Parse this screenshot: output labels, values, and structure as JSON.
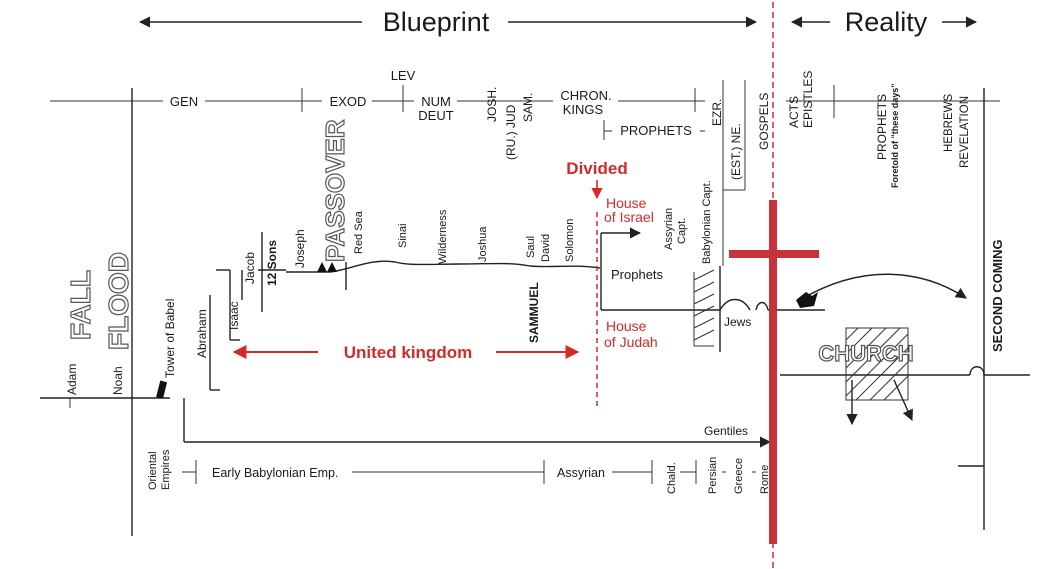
{
  "header": {
    "blueprint": "Blueprint",
    "reality": "Reality"
  },
  "books": {
    "gen": "GEN",
    "lev": "LEV",
    "exod": "EXOD",
    "num": "NUM",
    "deut": "DEUT",
    "josh": "JOSH.",
    "ru_jud": "(RU.) JUD",
    "sam": "SAM.",
    "chron": "CHRON.",
    "kings": "KINGS",
    "prophets": "PROPHETS",
    "ezr": "EZR.",
    "est_ne": "(EST.) NE.",
    "gospels": "GOSPELS",
    "acts": "ACTS",
    "epistles": "EPISTLES",
    "prophets_foretold": "PROPHETS",
    "foretold_note": "Foretold of \"these days\"",
    "hebrews": "HEBREWS",
    "revelation": "REVELATION"
  },
  "labels": {
    "fall": "FALL",
    "adam": "Adam",
    "flood": "FLOOD",
    "noah": "Noah",
    "tower_of_babel": "Tower of Babel",
    "abraham": "Abraham",
    "isaac": "Isaac",
    "jacob": "Jacob",
    "twelve_sons": "12 Sons",
    "joseph": "Joseph",
    "passover": "PASSOVER",
    "red_sea": "Red Sea",
    "sinai": "Sinai",
    "wilderness": "Wilderness",
    "joshua": "Joshua",
    "samuel": "SAMMUEL",
    "saul": "Saul",
    "david": "David",
    "solomon": "Solomon",
    "divided": "Divided",
    "house_of_israel_1": "House",
    "house_of_israel_2": "of Israel",
    "house_of_judah_1": "House",
    "house_of_judah_2": "of Judah",
    "assyrian_capt_1": "Assyrian",
    "assyrian_capt_2": "Capt.",
    "prophets_mid": "Prophets",
    "babylonian_capt": "Babylonian Capt.",
    "jews": "Jews",
    "united_kingdom": "United kingdom",
    "church": "CHURCH",
    "second_coming": "SECOND COMING",
    "gentiles": "Gentiles",
    "oriental_1": "Oriental",
    "oriental_2": "Empires",
    "early_babylonian": "Early  Babylonian Emp.",
    "assyrian": "Assyrian",
    "chald": "Chald.",
    "persian": "Persian",
    "greece": "Greece",
    "rome": "Rome"
  },
  "colors": {
    "accent_red": "#d42a2a",
    "ink": "#222222"
  }
}
